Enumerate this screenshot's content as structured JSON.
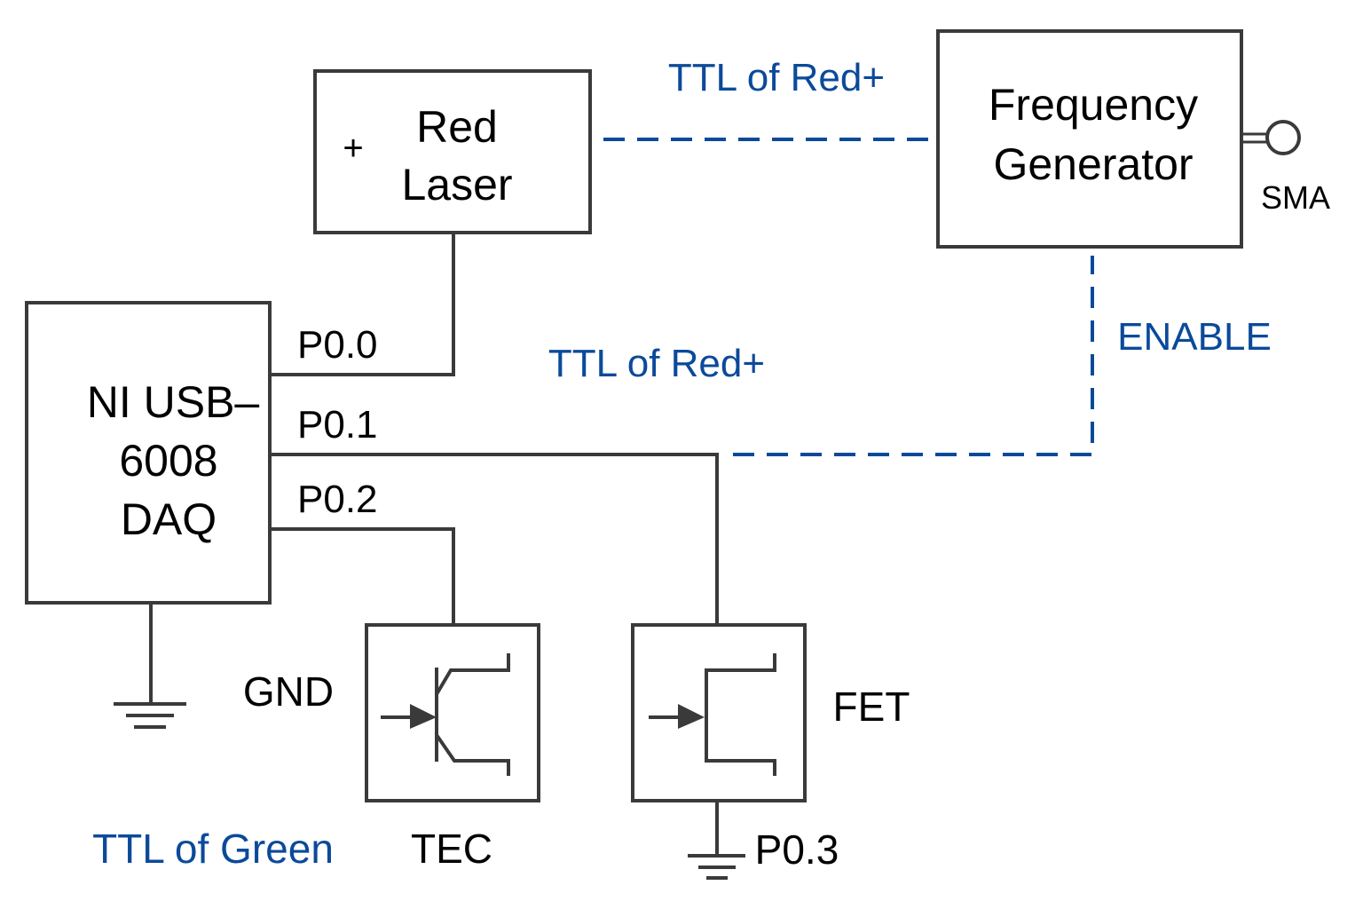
{
  "colors": {
    "line": "#3a3a3a",
    "signal": "#0b4a9a",
    "text": "#000000"
  },
  "blocks": {
    "red_laser": {
      "line1": "Red",
      "line2": "Laser",
      "polarity": "+"
    },
    "frequency_generator": {
      "line1": "Frequency",
      "line2": "Generator",
      "connector_label": "SMA"
    },
    "daq": {
      "line1": "NI USB–",
      "line2": "6008",
      "line3": "DAQ"
    },
    "tec": {
      "label": "TEC",
      "symbol": "bjt-transistor-icon"
    },
    "fet": {
      "label": "FET",
      "symbol": "fet-transistor-icon"
    }
  },
  "pins": {
    "p00": "P0.0",
    "p01": "P0.1",
    "p02": "P0.2",
    "p03": "P0.3"
  },
  "labels": {
    "gnd": "GND",
    "ttl_red_top": "TTL of Red+",
    "ttl_red_mid": "TTL of Red+",
    "enable": "ENABLE",
    "ttl_green": "TTL of Green"
  }
}
